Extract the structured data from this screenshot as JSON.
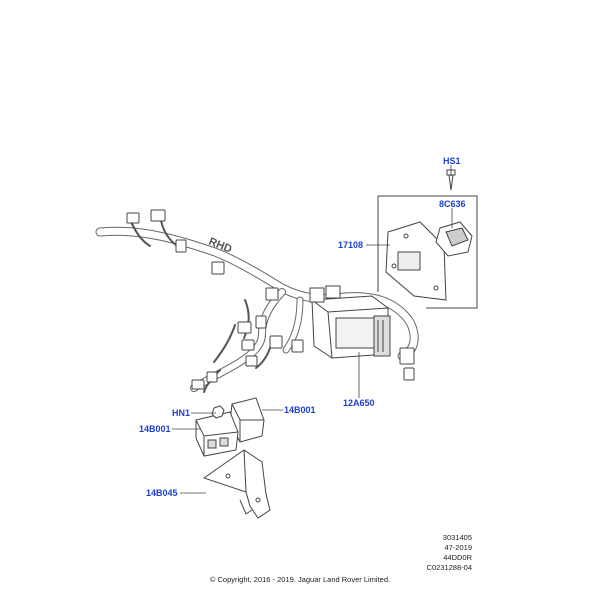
{
  "callouts": {
    "hs1": "HS1",
    "c8c636": "8C636",
    "p17108": "17108",
    "p12a650": "12A650",
    "hn1": "HN1",
    "p14b001_right": "14B001",
    "p14b001_left": "14B001",
    "p14b045": "14B045"
  },
  "harness_label": "RHD",
  "reference": {
    "line1": "3031405",
    "line2": "47-2019",
    "line3": "44DD0R",
    "line4": "C0231288-04"
  },
  "copyright": "© Copyright, 2016 - 2019. Jaguar Land Rover Limited.",
  "colors": {
    "callout": "#1a3fd1",
    "line": "#444444",
    "text": "#222222"
  }
}
